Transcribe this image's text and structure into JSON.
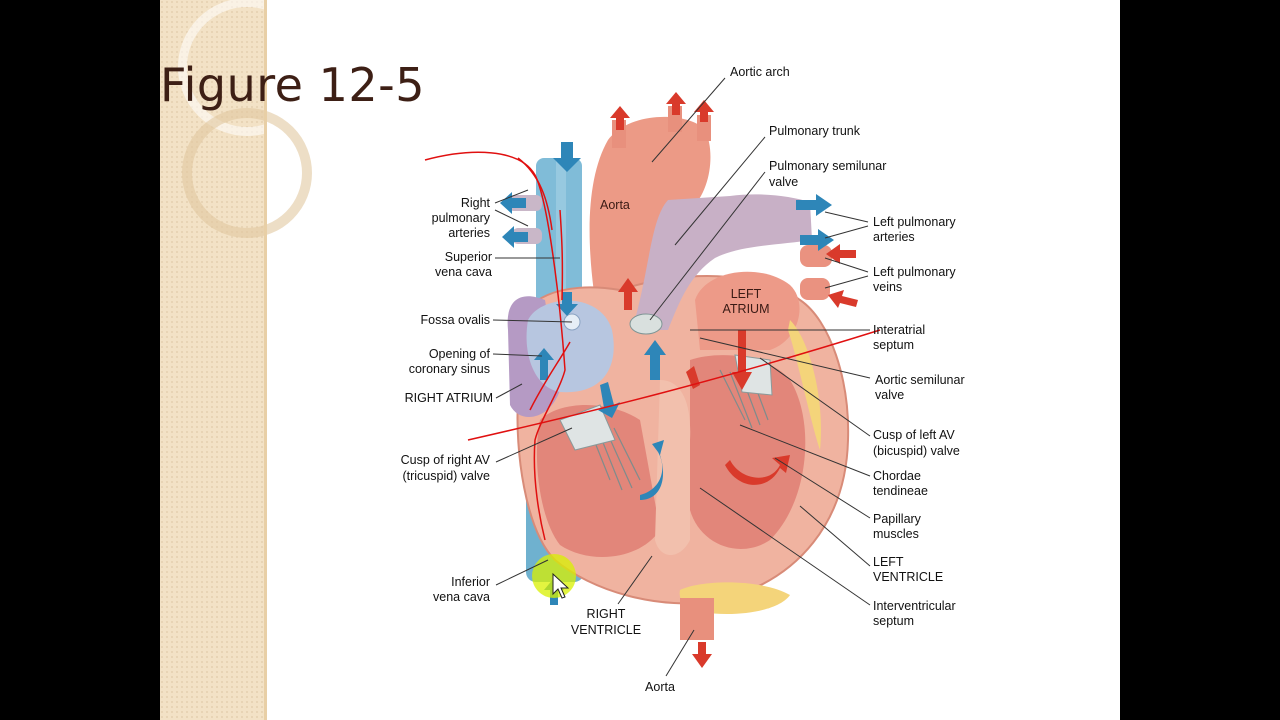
{
  "slide": {
    "title": "Figure 12-5"
  },
  "labels": {
    "aortic_arch": "Aortic arch",
    "pulmonary_trunk": "Pulmonary trunk",
    "pulmonary_semilunar_valve": [
      "Pulmonary semilunar",
      "valve"
    ],
    "aorta_upper": "Aorta",
    "right_pulmonary_arteries": [
      "Right",
      "pulmonary",
      "arteries"
    ],
    "superior_vena_cava": [
      "Superior",
      "vena cava"
    ],
    "left_pulmonary_arteries": [
      "Left pulmonary",
      "arteries"
    ],
    "left_pulmonary_veins": [
      "Left pulmonary",
      "veins"
    ],
    "left_atrium": [
      "LEFT",
      "ATRIUM"
    ],
    "fossa_ovalis": "Fossa ovalis",
    "interatrial_septum": [
      "Interatrial",
      "septum"
    ],
    "opening_coronary_sinus": [
      "Opening of",
      "coronary sinus"
    ],
    "aortic_semilunar_valve": [
      "Aortic semilunar",
      "valve"
    ],
    "right_atrium": "RIGHT ATRIUM",
    "cusp_left_av": [
      "Cusp of left AV",
      "(bicuspid) valve"
    ],
    "cusp_right_av": [
      "Cusp of right AV",
      "(tricuspid) valve"
    ],
    "chordae_tendineae": [
      "Chordae",
      "tendineae"
    ],
    "papillary_muscles": [
      "Papillary",
      "muscles"
    ],
    "left_ventricle": [
      "LEFT",
      "VENTRICLE"
    ],
    "inferior_vena_cava": [
      "Inferior",
      "vena cava"
    ],
    "interventricular_septum": [
      "Interventricular",
      "septum"
    ],
    "right_ventricle": [
      "RIGHT",
      "VENTRICLE"
    ],
    "aorta_lower": "Aorta"
  },
  "colors": {
    "oxygen_poor": "#2e86b8",
    "oxygen_rich": "#d93a2b",
    "annotation_ink": "#e01010",
    "cursor_highlight": "#d8f000"
  }
}
